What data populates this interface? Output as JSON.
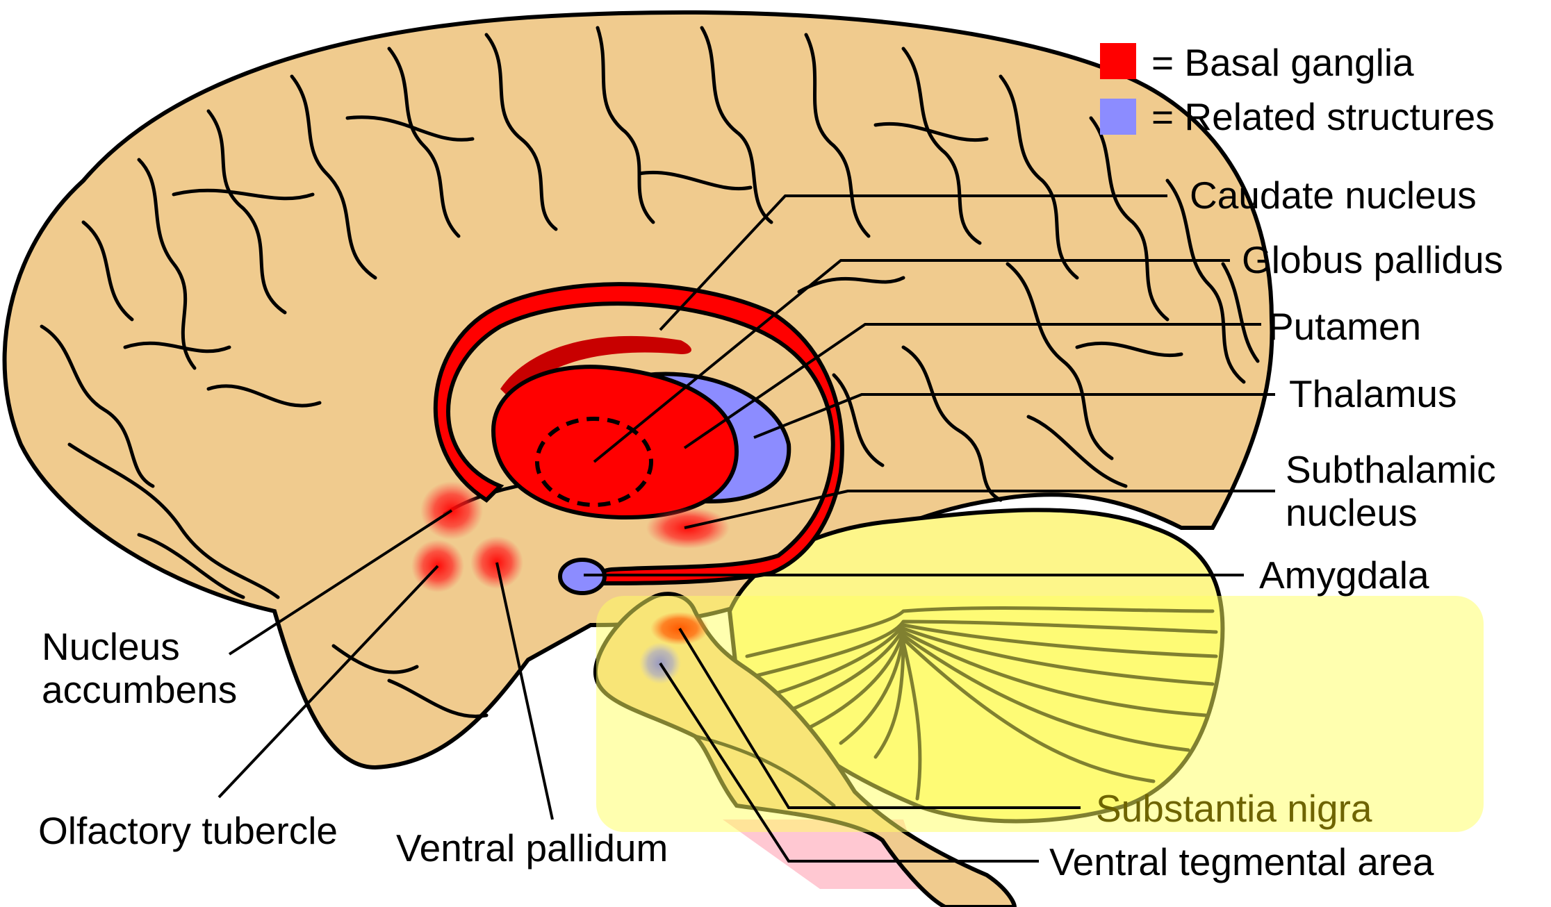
{
  "legend": {
    "basal_ganglia": {
      "text": "= Basal ganglia",
      "color": "#ff0000"
    },
    "related": {
      "text": "= Related structures",
      "color": "#8c8cff"
    }
  },
  "labels": {
    "caudate": "Caudate nucleus",
    "globus": "Globus pallidus",
    "putamen": "Putamen",
    "thalamus": "Thalamus",
    "subthalamic_1": "Subthalamic",
    "subthalamic_2": "nucleus",
    "amygdala": "Amygdala",
    "nucleus_acc_1": "Nucleus",
    "nucleus_acc_2": "accumbens",
    "olfactory": "Olfactory tubercle",
    "ventral_pallidum": "Ventral pallidum",
    "substantia": "Substantia nigra",
    "vta": "Ventral tegmental area"
  },
  "colors": {
    "brain": "#f0cb8e",
    "cerebellum": "#fdf68a",
    "highlight_box": "#ffff60",
    "substantia_text": "#6e6400",
    "substantia_spot": "#ff5a00",
    "vta_spot": "#a0a0c8",
    "pink_region": "#ffc8d2"
  }
}
